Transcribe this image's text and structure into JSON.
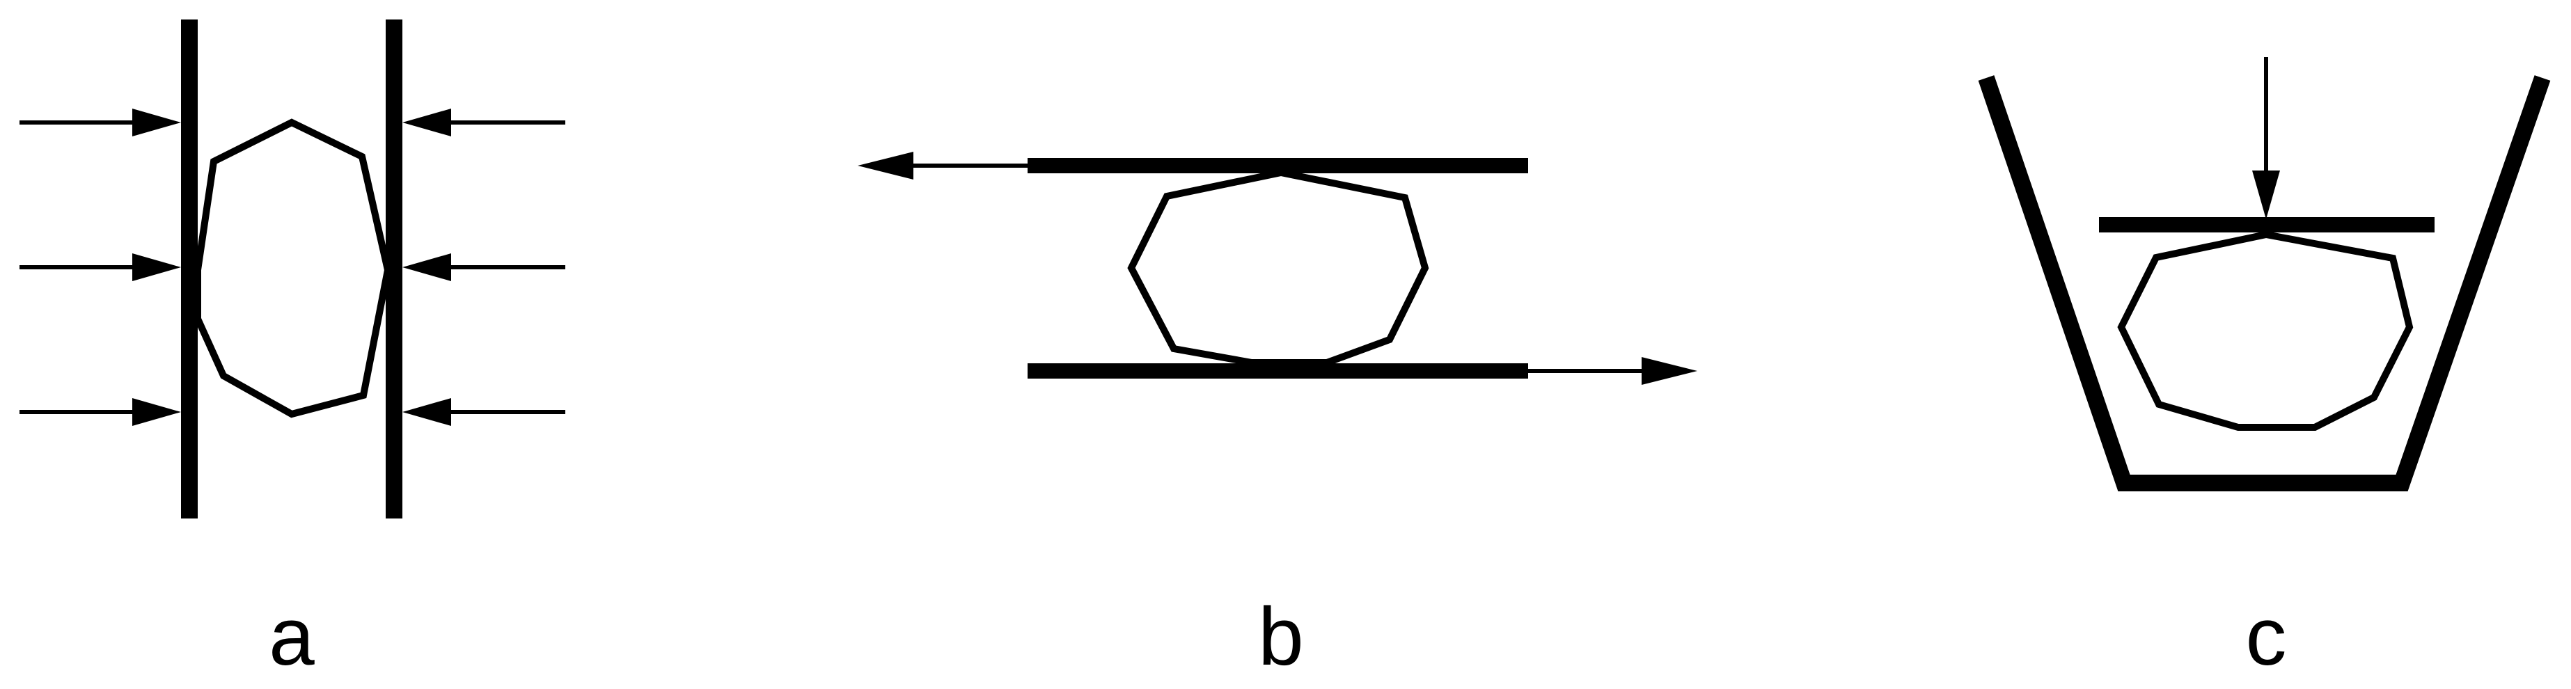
{
  "panels": {
    "a": {
      "label": "a",
      "icon": "compression-between-two-vertical-plates"
    },
    "b": {
      "label": "b",
      "icon": "shear-between-two-horizontal-plates"
    },
    "c": {
      "label": "c",
      "icon": "compression-in-confining-container"
    }
  },
  "colors": {
    "stroke": "#000000",
    "background": "#ffffff"
  }
}
